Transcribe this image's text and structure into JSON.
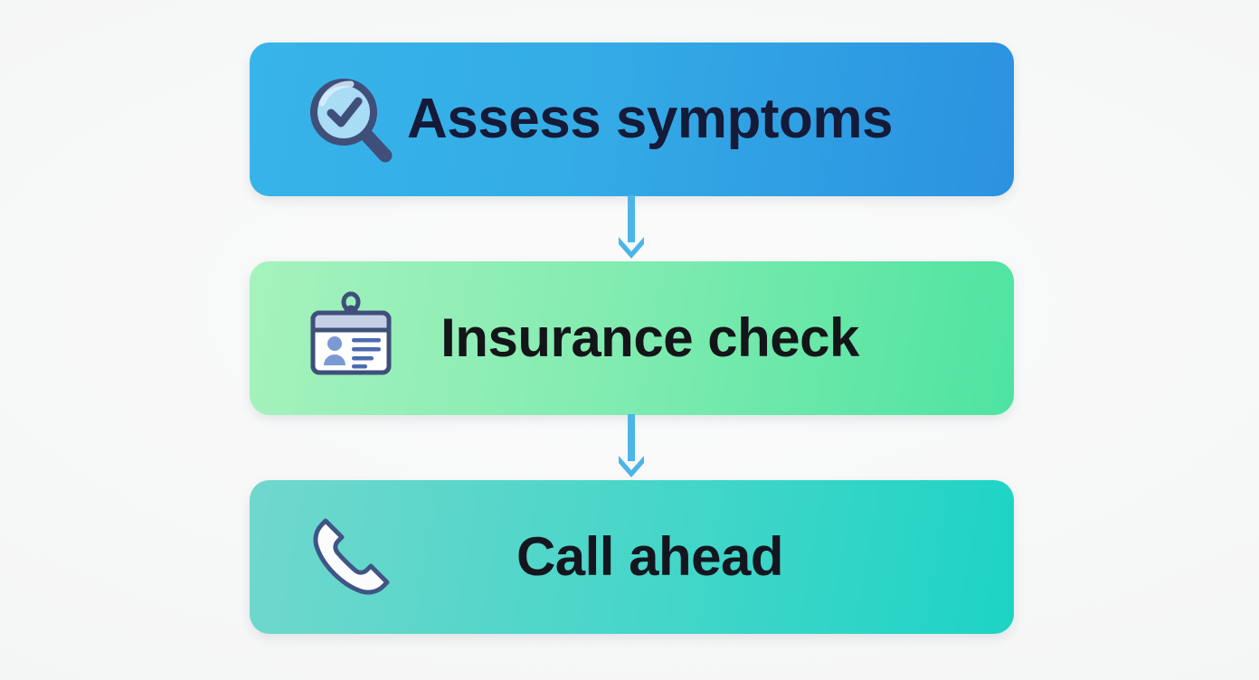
{
  "diagram": {
    "type": "vertical-flowchart",
    "background_color": "#f6f7f7",
    "title": "",
    "steps": [
      {
        "index": 1,
        "label": "Assess symptoms",
        "icon": "magnifier-check-icon",
        "text_color": "#141a38",
        "gradient_from": "#37b4e9",
        "gradient_to": "#2b92e0"
      },
      {
        "index": 2,
        "label": "Insurance check",
        "icon": "id-badge-icon",
        "text_color": "#141519",
        "gradient_from": "#a6f2bd",
        "gradient_to": "#4ee3a1"
      },
      {
        "index": 3,
        "label": "Call ahead",
        "icon": "phone-handset-icon",
        "text_color": "#14161f",
        "gradient_from": "#71d7cc",
        "gradient_to": "#1dd4c5"
      }
    ],
    "connectors": [
      {
        "from": "Assess symptoms",
        "to": "Insurance check",
        "shape": "down-arrow",
        "color": "#4cb5e8"
      },
      {
        "from": "Insurance check",
        "to": "Call ahead",
        "shape": "down-arrow",
        "color": "#4cb5e8"
      }
    ],
    "icon_palette": {
      "outline": "#3f4f7a",
      "lens_fill": "#a9dcf5",
      "badge_fill": "#ffffff",
      "badge_header": "#c5cfe6",
      "badge_accent": "#7b9ad4",
      "phone_fill": "#fbfcfe"
    }
  }
}
